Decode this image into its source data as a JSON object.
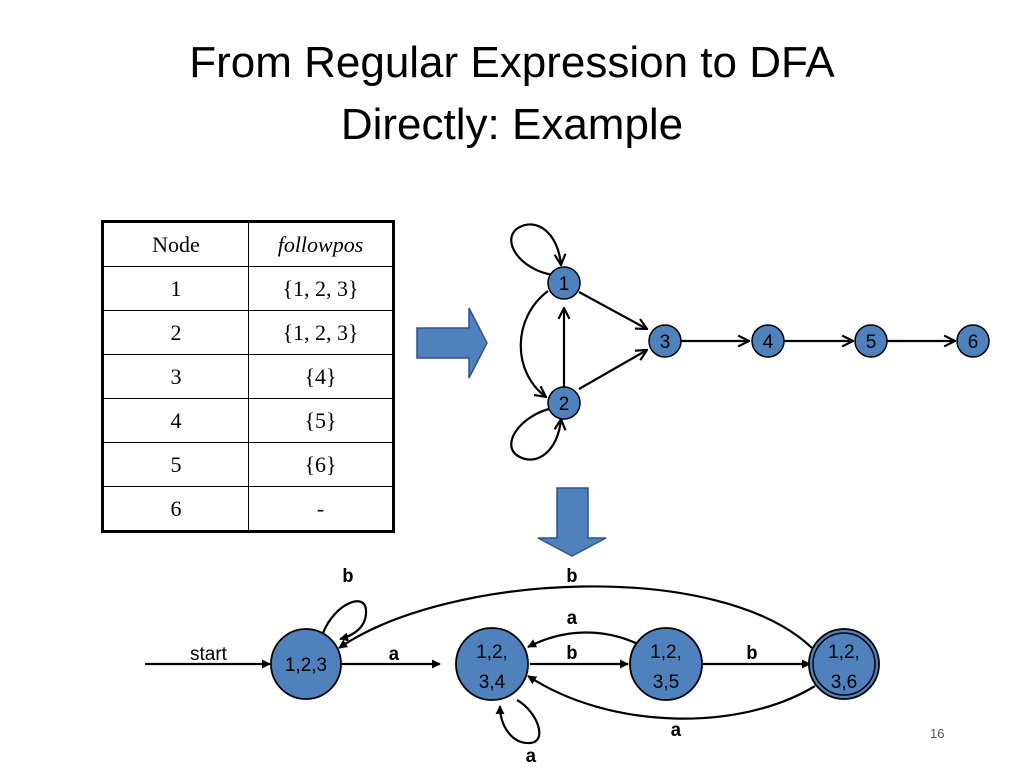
{
  "title": {
    "line1": "From Regular Expression to DFA",
    "line2": "Directly: Example"
  },
  "table": {
    "headers": [
      "Node",
      "followpos"
    ],
    "rows": [
      [
        "1",
        "{1, 2, 3}"
      ],
      [
        "2",
        "{1, 2, 3}"
      ],
      [
        "3",
        "{4}"
      ],
      [
        "4",
        "{5}"
      ],
      [
        "5",
        "{6}"
      ],
      [
        "6",
        "-"
      ]
    ]
  },
  "graph": {
    "nodes": [
      "1",
      "2",
      "3",
      "4",
      "5",
      "6"
    ]
  },
  "dfa": {
    "states": [
      {
        "id": "s123",
        "line1": "1,2,3",
        "line2": ""
      },
      {
        "id": "s1234",
        "line1": "1,2,",
        "line2": "3,4"
      },
      {
        "id": "s1235",
        "line1": "1,2,",
        "line2": "3,5"
      },
      {
        "id": "s1236",
        "line1": "1,2,",
        "line2": "3,6",
        "accepting": true
      }
    ],
    "start_label": "start",
    "edge_labels": {
      "s123_self": "b",
      "s123_s1234": "a",
      "s1236_s123": "b",
      "s1235_s1234": "a",
      "s1234_s1235": "b",
      "s1235_s1236": "b",
      "s1236_s1234": "a",
      "s1234_self": "a"
    }
  },
  "page_number": "16",
  "colors": {
    "node_fill": "#4f81bd",
    "arrow_fill": "#4f81bd",
    "arrow_stroke": "#2f528f"
  }
}
